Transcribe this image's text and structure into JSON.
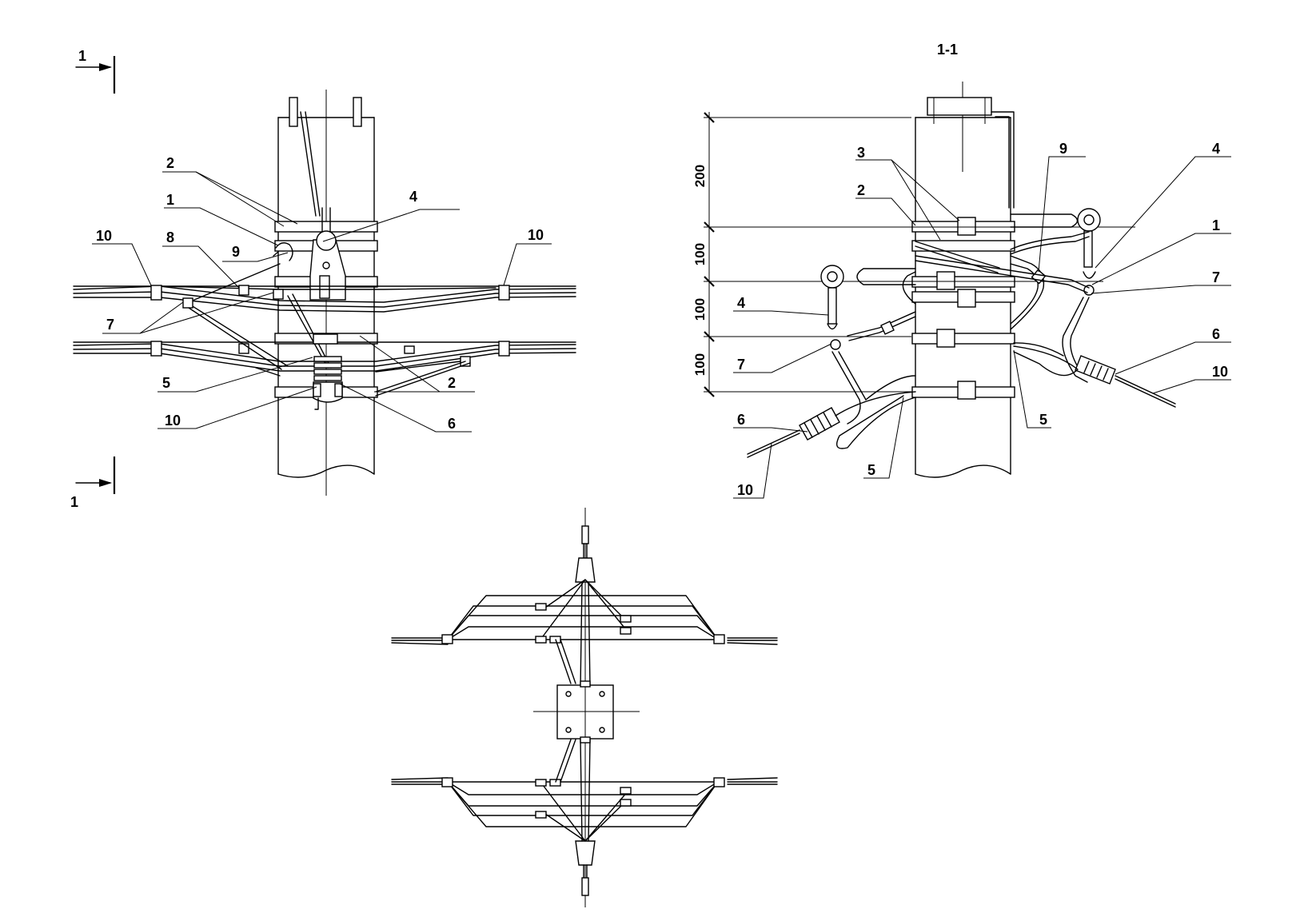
{
  "section_mark": "1",
  "section_title": "1-1",
  "front_view": {
    "labels": [
      "2",
      "1",
      "4",
      "10",
      "8",
      "9",
      "10",
      "7",
      "5",
      "2",
      "10",
      "6"
    ]
  },
  "section_view": {
    "labels": [
      "3",
      "9",
      "4",
      "2",
      "1",
      "7",
      "4",
      "7",
      "6",
      "10",
      "6",
      "10",
      "5",
      "5"
    ],
    "dimensions": [
      "200",
      "100",
      "100",
      "100"
    ]
  }
}
